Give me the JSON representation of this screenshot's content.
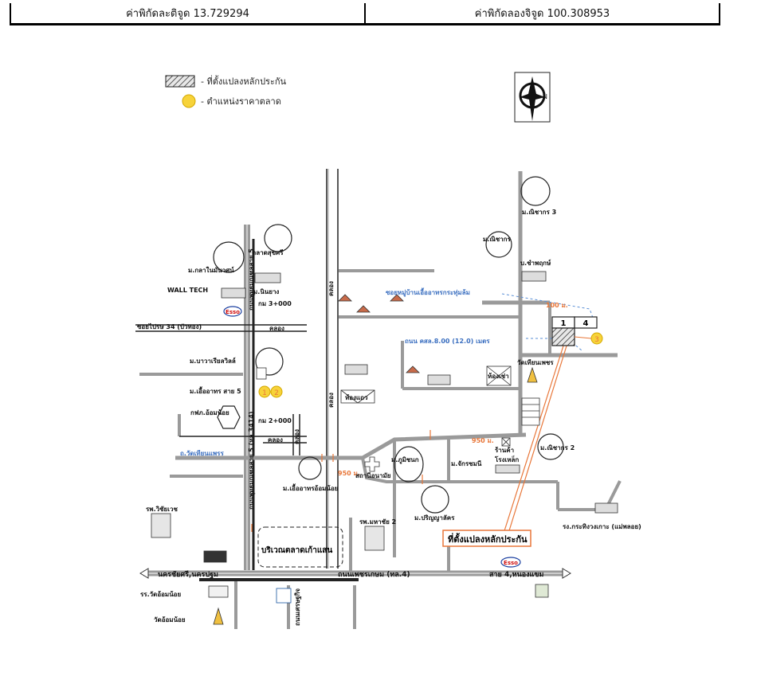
{
  "coords": {
    "latitude": "ค่าพิกัดละติจูด 13.729294",
    "longitude": "ค่าพิกัดลองจิจูด 100.308953"
  },
  "legend": {
    "parcel": "- ที่ตั้งแปลงหลักประกัน",
    "market": "- ตำแหน่งราคาตลาด"
  },
  "north": "N",
  "labels": {
    "nichakorn3": "ม.ณิชากร 3",
    "nichakorn": "ม.ณิชากร",
    "baanchanpruek": "บ.ชำพฤกษ์",
    "talatsuksri": "ตลาดสุขศรี",
    "klaipamouse": "ม.กลาในมันวศน์",
    "wanwang": "ม.นินยาง",
    "walltech": "WALL TECH",
    "esso1": "Esso",
    "km3000": "กม 3+000",
    "soi34": "ซอยไปรษ 34 (บัวทอง)",
    "bawa": "ม.บาวาเรียลวิลล์",
    "ueaarthorn": "ม.เอื้ออาทร สาย 5",
    "marker1": "1",
    "marker2": "2",
    "kfp": "กฟภ.อ้อมน้อย",
    "km2000": "กม 2+000",
    "watthian": "ถ.วัดเทียนแพรร",
    "khlong": "คลอง",
    "ueaomnoi": "ม.เอื้ออาทรอ้อมน้อย",
    "dist950a": "950 ม.",
    "healthstation": "สถานีอนามัย",
    "phumisuk": "ม.ภูมิชนก",
    "chatchai": "ม.จักรชมนี",
    "parinya": "ม.ปริญญาลัคร",
    "nichakorn2": "ม.ณิชากร 2",
    "shop": "ร้านค้า",
    "factory": "โรงเหล็ก",
    "dist950b": "950 ม.",
    "watthianphet": "วัดเทียนเพชร",
    "hongthao": "ห้องเช่า",
    "hongtheo2": "ห้องแถว",
    "soiueaarthorn": "ซอยหมู่บ้านเอื้ออาทรกระทุ่มล้ม",
    "road8": "ถนน คสล.8.00 (12.0) เมตร",
    "dist100": "100 ม.",
    "lot1": "1",
    "lot4": "4",
    "marker3": "3",
    "vijaivej": "รพ.วิชัยเวช",
    "marketarea": "บริเวณตลาดเก้าแสน",
    "mahachai": "รพ.มหาชัย 2",
    "esso2": "Esso",
    "kratoom": "รง.กระทิงวงเกาะ (แม่พลอย)",
    "parcelcallout": "ที่ตั้งแปลงหลักประกัน",
    "roadleft": "นครชัยศรี,นครปฐม",
    "mainroad": "ถนนเพชรเกษม (ทล.4)",
    "roadright": "สาย 4,หนองแขม",
    "school": "รร.วัดอ้อมน้อย",
    "watomnoi": "วัดอ้อมน้อย",
    "vroad": "ถนนพุทธมณฑลสาย 5 (ทล.3414)",
    "vroad2": "ถนนพุทธมณฑลสาย 5",
    "bangkokbank": "ถนนเศรษฐกิจ"
  },
  "colors": {
    "road": "#9a9a9a",
    "market": "#f7d33a",
    "accent_orange": "#e8773a",
    "accent_blue": "#5a8fd6"
  }
}
